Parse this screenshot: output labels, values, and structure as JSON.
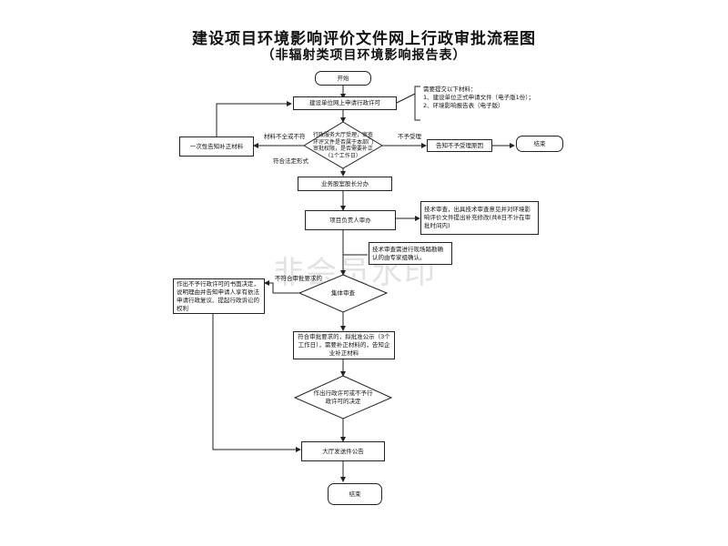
{
  "title": "建设项目环境影响评价文件网上行政审批流程图",
  "subtitle": "（非辐射类项目环境影响报告表）",
  "watermark": "非会员水印",
  "nodes": {
    "start": "开始",
    "submit": "建设单位网上申请行政许可",
    "materials_note": "需要提交以下材料：\n1、建设单位正式申请文件（电子版1份）；\n2、环境影响报告表（电子版）",
    "decision_scope": "行政服务大厅受理，审查环评文件是否属于本部门审批权限，是否需要补正（1个工作日）",
    "supplement": "一次性告知补正材料",
    "notify_reject": "告知不予受理原因",
    "end_reject": "结束",
    "assign": "业务股室股长分办",
    "project_lead": "项目负责人审办",
    "tech_review_note": "技术审查，出具技术审查意见并对环境影响评价文件提出补充修改(共8日不计在审批时间内)",
    "expert_note": "技术审查需进行现场踏勘确认的由专家组确认。",
    "approve_review": "集体审查",
    "reject_reply": "作出不予行政许可的书面决定，说明理由并告知申请人享有依法申请行政复议、提起行政诉讼的权利",
    "public_notice": "符合审批要求的，拟批准公示（3个工作日），需要补正材料的，告知企业补正材料",
    "decision_license": "作出行政许可或不予行政许可的决定",
    "hall_notice": "大厅发送件公告",
    "end": "结束"
  },
  "labels": {
    "incomplete": "材料不全或不符",
    "not_accept": "不予受理",
    "meets_form": "符合法定形式",
    "not_meet": "不符合审批要求的"
  }
}
